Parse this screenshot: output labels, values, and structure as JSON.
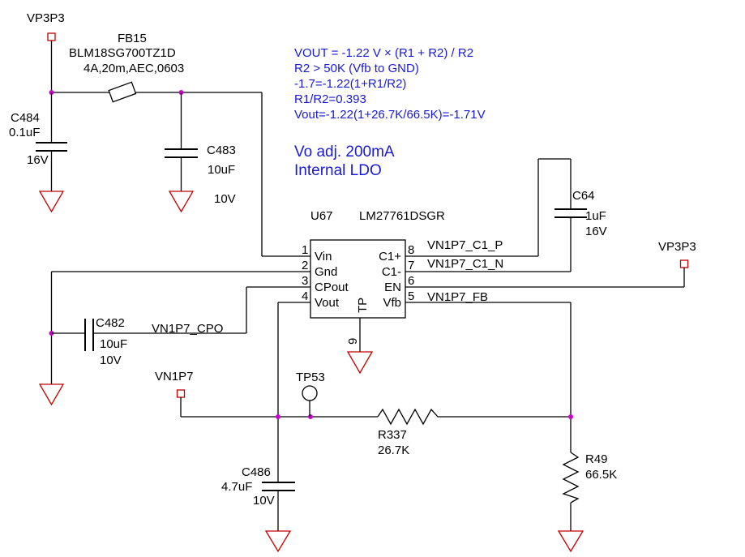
{
  "notes": {
    "line1": "VOUT = -1.22 V × (R1 + R2) / R2",
    "line2": "R2 > 50K (Vfb to GND)",
    "line3": "-1.7=-1.22(1+R1/R2)",
    "line4": "R1/R2=0.393",
    "line5": "Vout=-1.22(1+26.7K/66.5K)=-1.71V",
    "heading1": "Vo adj. 200mA",
    "heading2": "Internal LDO"
  },
  "power_ports": {
    "top_left": "VP3P3",
    "right": "VP3P3",
    "vn1p7": "VN1P7"
  },
  "ferrite": {
    "ref": "FB15",
    "part": "BLM18SG700TZ1D",
    "spec": "4A,20m,AEC,0603"
  },
  "capacitors": {
    "c484": {
      "ref": "C484",
      "value": "0.1uF",
      "voltage": "16V"
    },
    "c483": {
      "ref": "C483",
      "value": "10uF",
      "voltage": "10V"
    },
    "c64": {
      "ref": "C64",
      "value": "1uF",
      "voltage": "16V"
    },
    "c482": {
      "ref": "C482",
      "value": "10uF",
      "voltage": "10V"
    },
    "c486": {
      "ref": "C486",
      "value": "4.7uF",
      "voltage": "10V"
    }
  },
  "ic": {
    "ref": "U67",
    "part": "LM27761DSGR",
    "pins": {
      "p1": {
        "num": "1",
        "name": "Vin"
      },
      "p2": {
        "num": "2",
        "name": "Gnd"
      },
      "p3": {
        "num": "3",
        "name": "CPout"
      },
      "p4": {
        "num": "4",
        "name": "Vout"
      },
      "p5": {
        "num": "5",
        "name": "Vfb"
      },
      "p6": {
        "num": "6",
        "name": "EN"
      },
      "p7": {
        "num": "7",
        "name": "C1-"
      },
      "p8": {
        "num": "8",
        "name": "C1+"
      },
      "p9": {
        "num": "9",
        "name": "TP"
      }
    }
  },
  "nets": {
    "c1p": "VN1P7_C1_P",
    "c1n": "VN1P7_C1_N",
    "fb": "VN1P7_FB",
    "cpo": "VN1P7_CPO"
  },
  "testpoint": {
    "ref": "TP53"
  },
  "resistors": {
    "r337": {
      "ref": "R337",
      "value": "26.7K"
    },
    "r49": {
      "ref": "R49",
      "value": "66.5K"
    }
  }
}
